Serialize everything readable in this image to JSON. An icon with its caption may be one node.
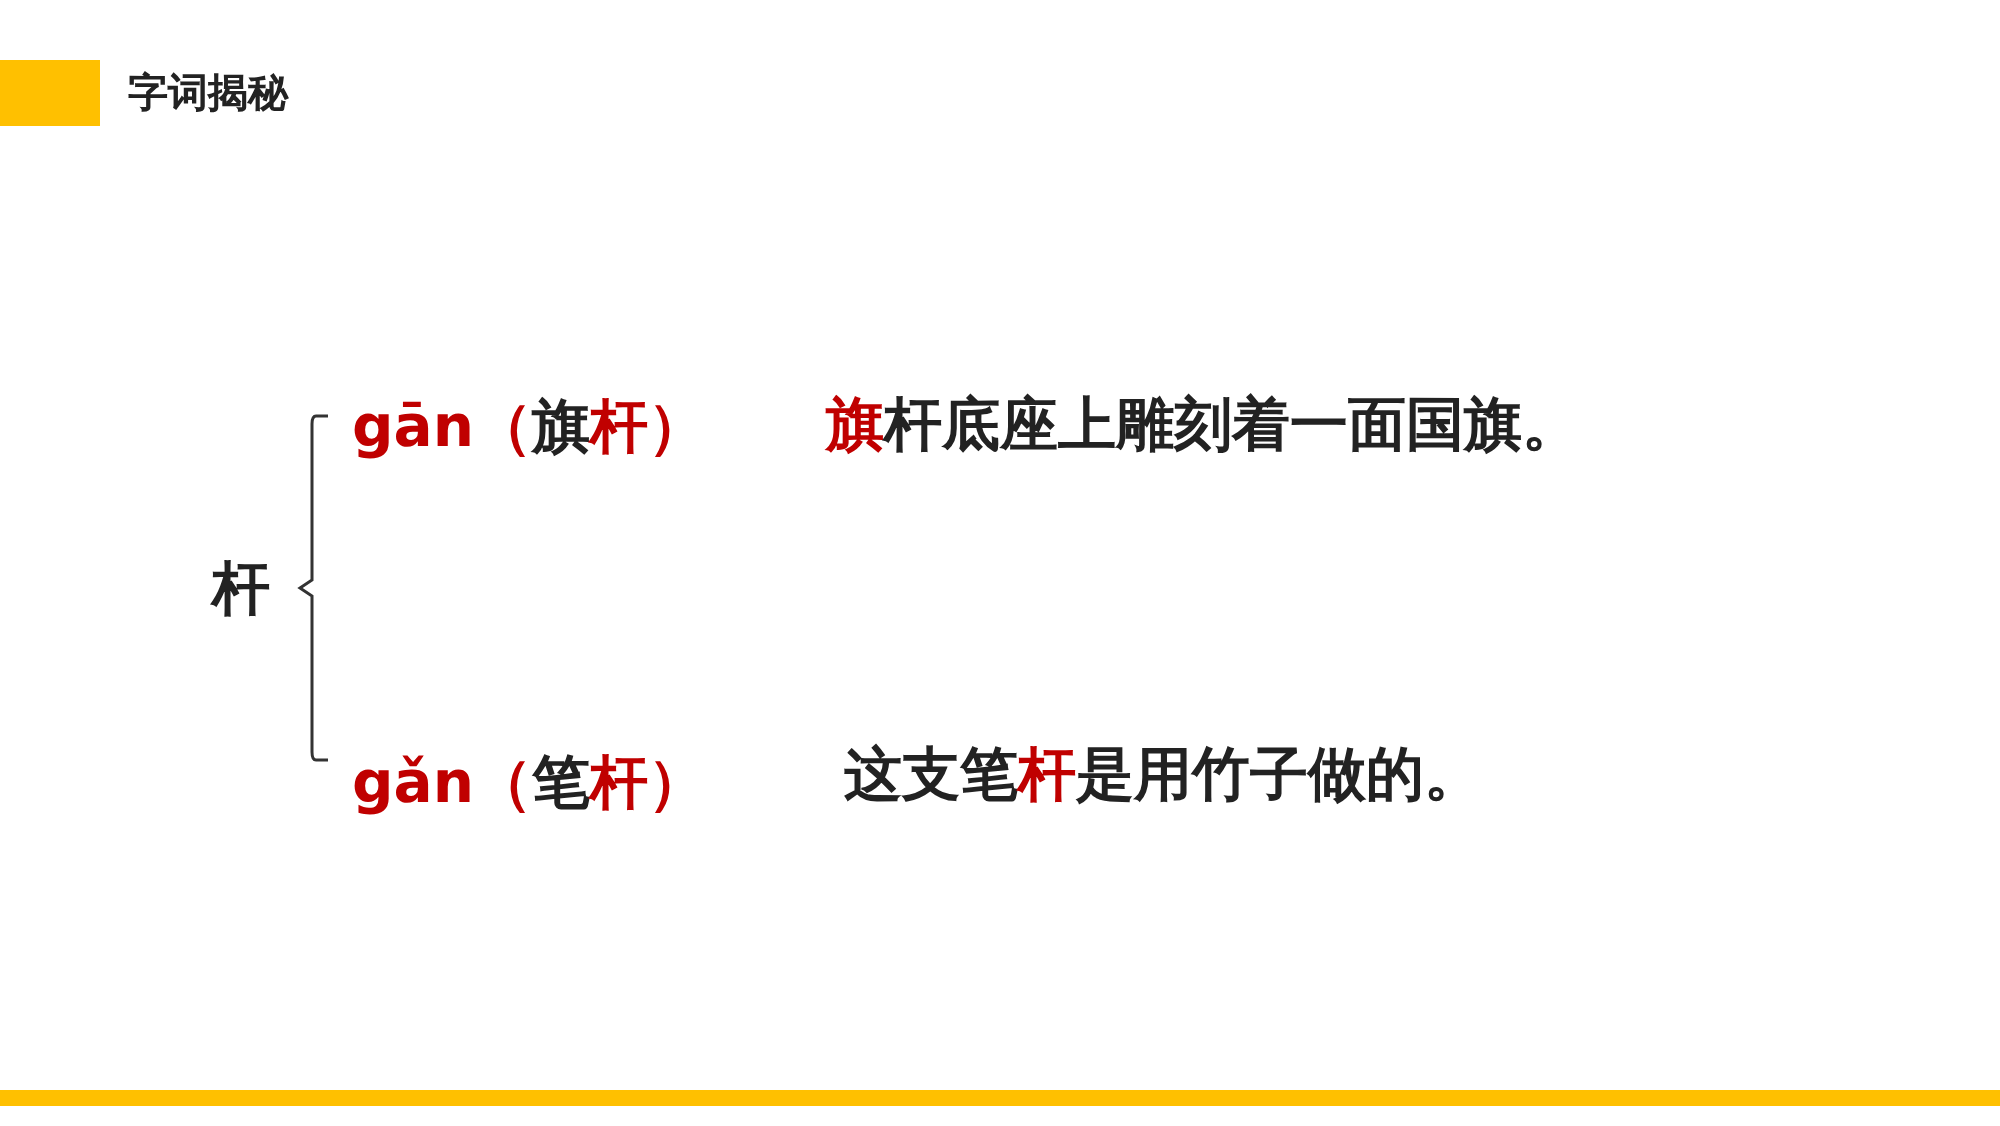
{
  "diagram": {
    "title": "字词揭秘",
    "labels": [
      "杆",
      "gān（旗杆）",
      "旗杆底座上雕刻着一面国旗。",
      "gǎn（笔杆）",
      "这支笔杆是用竹子做的。"
    ]
  }
}
